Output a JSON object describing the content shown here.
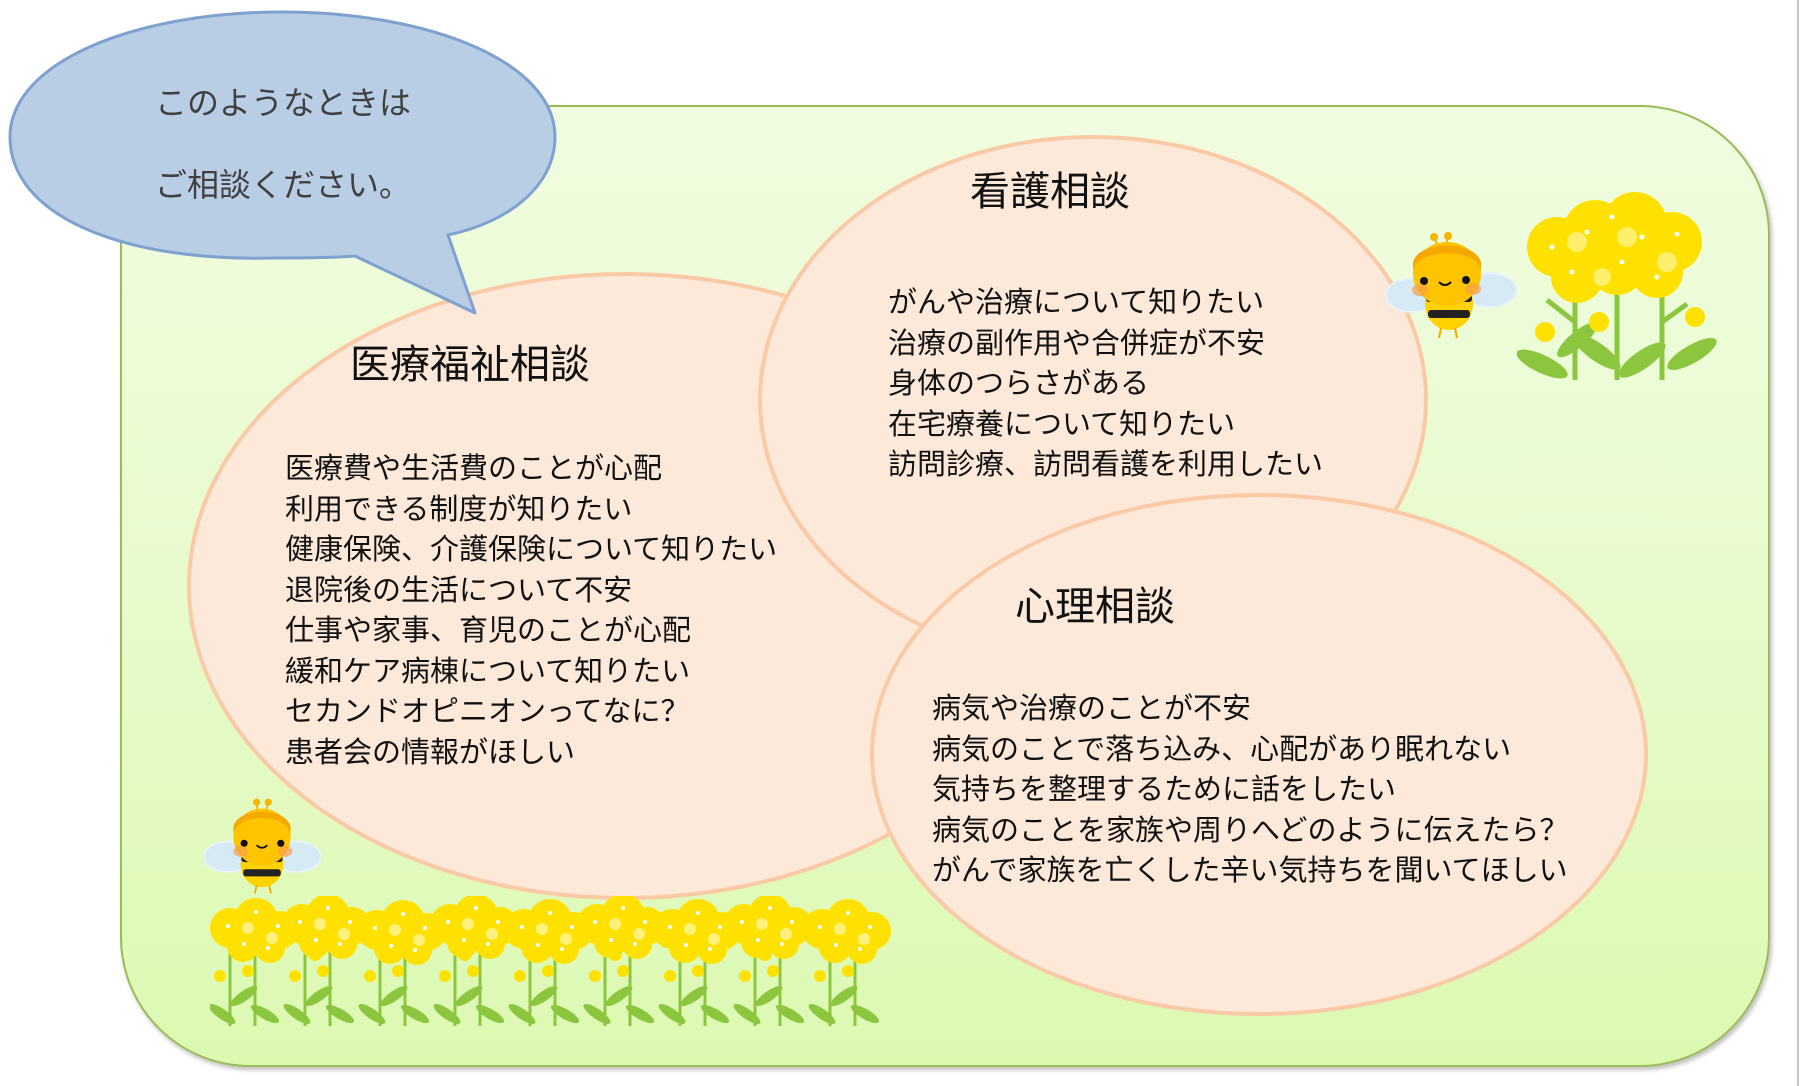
{
  "callout": {
    "line1": "このようなときは",
    "line2": "ご相談ください。"
  },
  "sections": {
    "welfare": {
      "title": "医療福祉相談",
      "items": [
        "医療費や生活費のことが心配",
        "利用できる制度が知りたい",
        "健康保険、介護保険について知りたい",
        "退院後の生活について不安",
        "仕事や家事、育児のことが心配",
        "緩和ケア病棟について知りたい",
        "セカンドオピニオンってなに？",
        "患者会の情報がほしい"
      ]
    },
    "nursing": {
      "title": "看護相談",
      "items": [
        "がんや治療について知りたい",
        "治療の副作用や合併症が不安",
        "身体のつらさがある",
        "在宅療養について知りたい",
        "訪問診療、訪問看護を利用したい"
      ]
    },
    "psych": {
      "title": "心理相談",
      "items": [
        "病気や治療のことが不安",
        "病気のことで落ち込み、心配があり眠れない",
        "気持ちを整理するために話をしたい",
        "病気のことを家族や周りへどのように伝えたら？",
        "がんで家族を亡くした辛い気持ちを聞いてほしい"
      ]
    }
  },
  "colors": {
    "panel_border": "#9BBB59",
    "panel_fill": "#E9FBCF",
    "ellipse_fill": "#FDE9DA",
    "ellipse_border": "#FAC9A6",
    "bubble_fill": "#B9CDE5",
    "bubble_border": "#7EA1D0",
    "flower_yellow": "#FFE100",
    "leaf_green": "#8CC63F",
    "bee_orange": "#F5A800"
  },
  "decorations": [
    "bee-icon",
    "rapeseed-flower-icon"
  ]
}
